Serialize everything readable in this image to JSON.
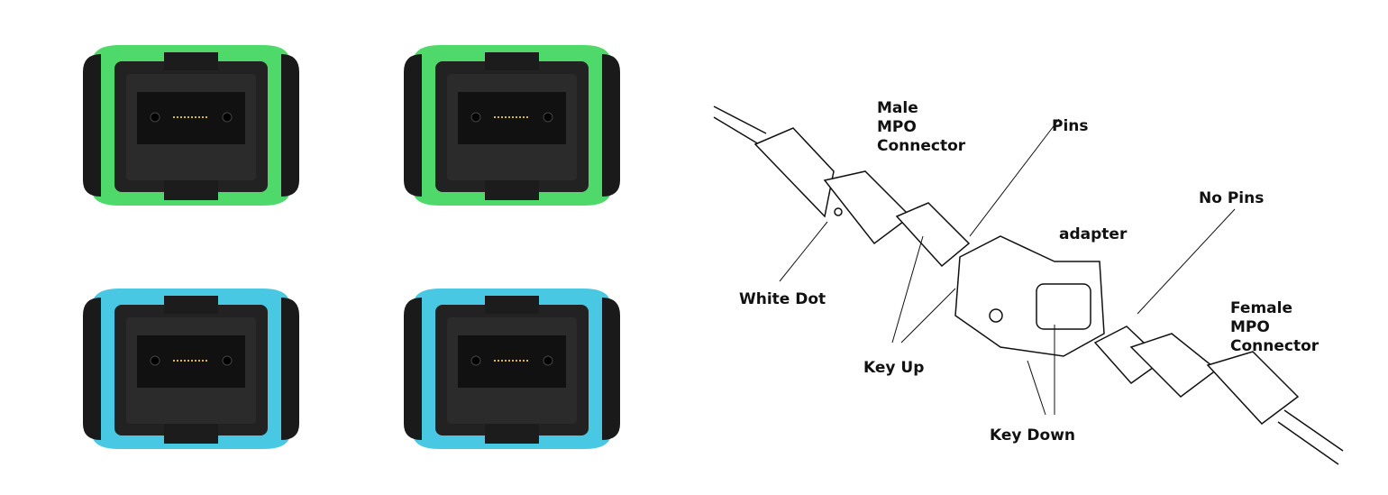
{
  "photos": [
    {
      "name": "green-connector-male",
      "color": "#4fd96a"
    },
    {
      "name": "green-connector-female",
      "color": "#4fd96a"
    },
    {
      "name": "aqua-connector-male",
      "color": "#48c8e2"
    },
    {
      "name": "aqua-connector-female",
      "color": "#48c8e2"
    }
  ],
  "labels": {
    "male_l1": "Male",
    "male_l2": "MPO",
    "male_l3": "Connector",
    "pins": "Pins",
    "no_pins": "No Pins",
    "adapter": "adapter",
    "white_dot": "White Dot",
    "key_up": "Key Up",
    "female_l1": "Female",
    "female_l2": "MPO",
    "female_l3": "Connector",
    "key_down": "Key Down"
  }
}
